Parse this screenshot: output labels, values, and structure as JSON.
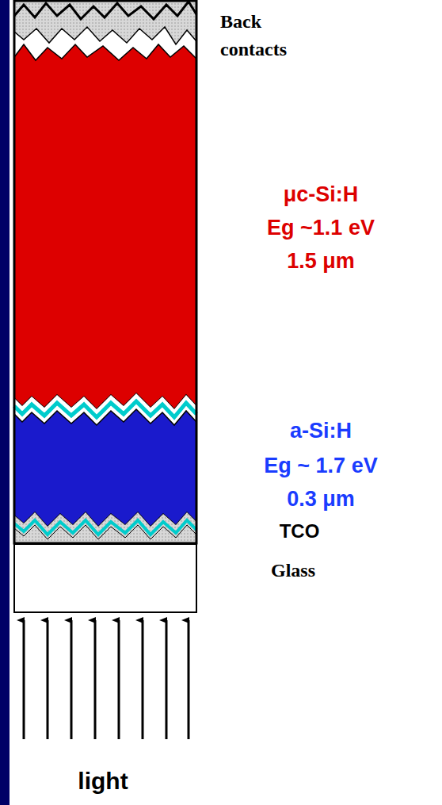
{
  "diagram": {
    "labels": [
      "Back contacts",
      "μc-Si:H",
      "Eg ~1.1 eV",
      "1.5 μm",
      "a-Si:H",
      "Eg ~ 1.7 eV",
      "0.3 μm",
      "TCO",
      "Glass",
      "light"
    ]
  }
}
